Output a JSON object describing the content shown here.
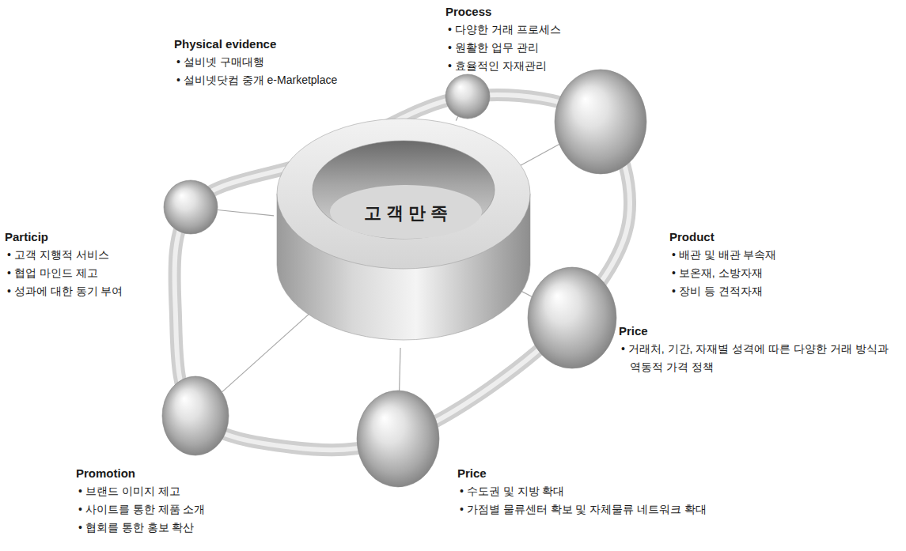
{
  "diagram": {
    "nodes": [
      {
        "text": [
          "Process",
          "• 다양한 거래 프로세스",
          "• 원활한 업무 관리",
          "• 효율적인 자재관리"
        ]
      },
      {
        "text": [
          "Physical evidence",
          "• 설비넷 구매대행",
          "• 설비넷닷컴 중개 e-Marketplace"
        ]
      },
      {
        "text": [
          "Particip",
          "• 고객 지행적 서비스",
          "• 협업 마인드 제고",
          "• 성과에 대한 동기 부여"
        ]
      },
      {
        "text": [
          "고 객 만 족"
        ]
      },
      {
        "text": [
          "Product",
          "• 배관 및 배관 부속재",
          "• 보온재, 소방자재",
          "• 장비 등 견적자재"
        ]
      },
      {
        "text": [
          "Price",
          "• 거래처, 기간, 자재별 성격에 따른 다양한 거래 방식과 역동적 가격 정책"
        ]
      },
      {
        "text": [
          "Promotion",
          "• 브랜드 이미지 제고",
          "• 사이트를 통한 제품 소개",
          "• 협회를 통한 홍보 확산"
        ]
      },
      {
        "text": [
          "Price",
          "• 수도권 및 지방 확대",
          "• 가점별 물류센터 확보 및 자체물류 네트워크 확대"
        ]
      }
    ],
    "edges": [
      {
        "from": 3,
        "to": 0,
        "arrow": "none"
      },
      {
        "from": 3,
        "to": 1,
        "arrow": "none"
      },
      {
        "from": 3,
        "to": 2,
        "arrow": "none"
      },
      {
        "from": 3,
        "to": 4,
        "arrow": "none"
      },
      {
        "from": 3,
        "to": 5,
        "arrow": "none"
      },
      {
        "from": 3,
        "to": 6,
        "arrow": "none"
      },
      {
        "from": 3,
        "to": 7,
        "arrow": "none"
      }
    ]
  }
}
